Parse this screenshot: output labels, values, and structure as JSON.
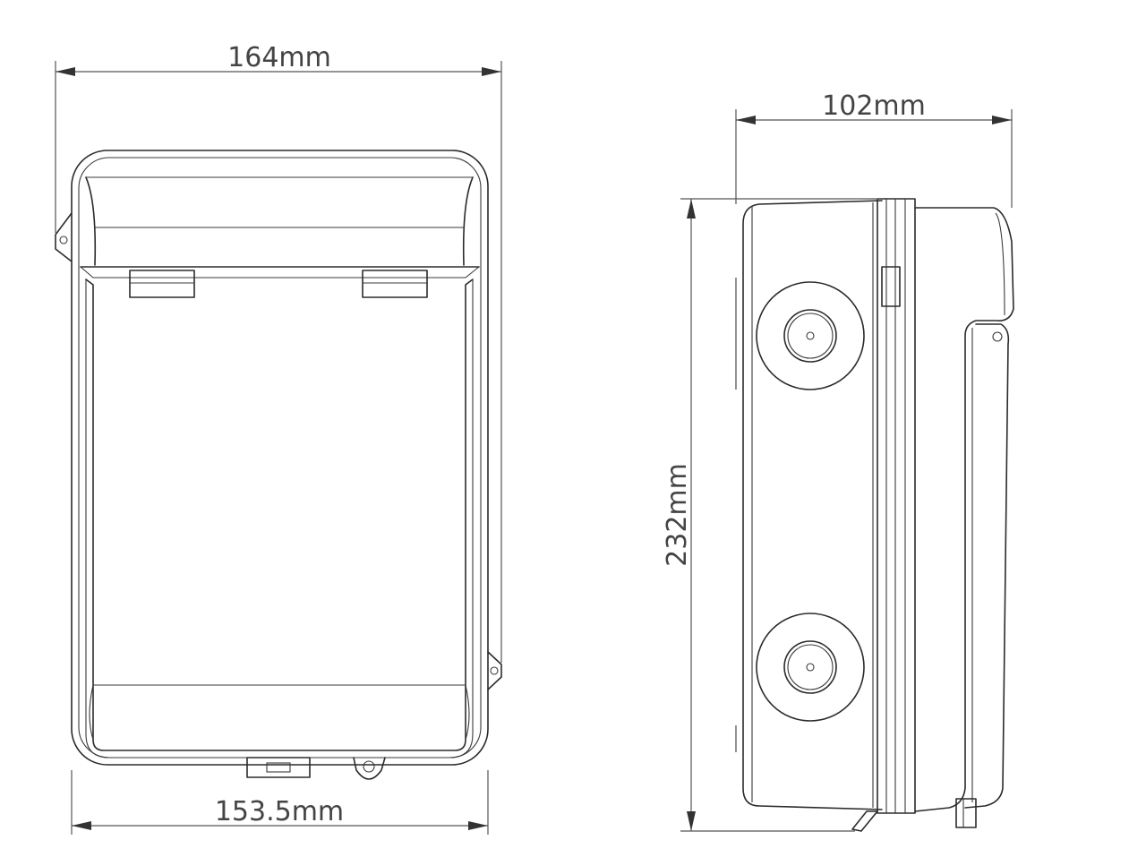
{
  "dimensions": {
    "front_width": "164mm",
    "side_depth": "102mm",
    "height": "232mm",
    "front_bottom_width": "153.5mm"
  },
  "colors": {
    "line": "#2b2b2b",
    "dimension": "#555555",
    "background": "#ffffff"
  }
}
